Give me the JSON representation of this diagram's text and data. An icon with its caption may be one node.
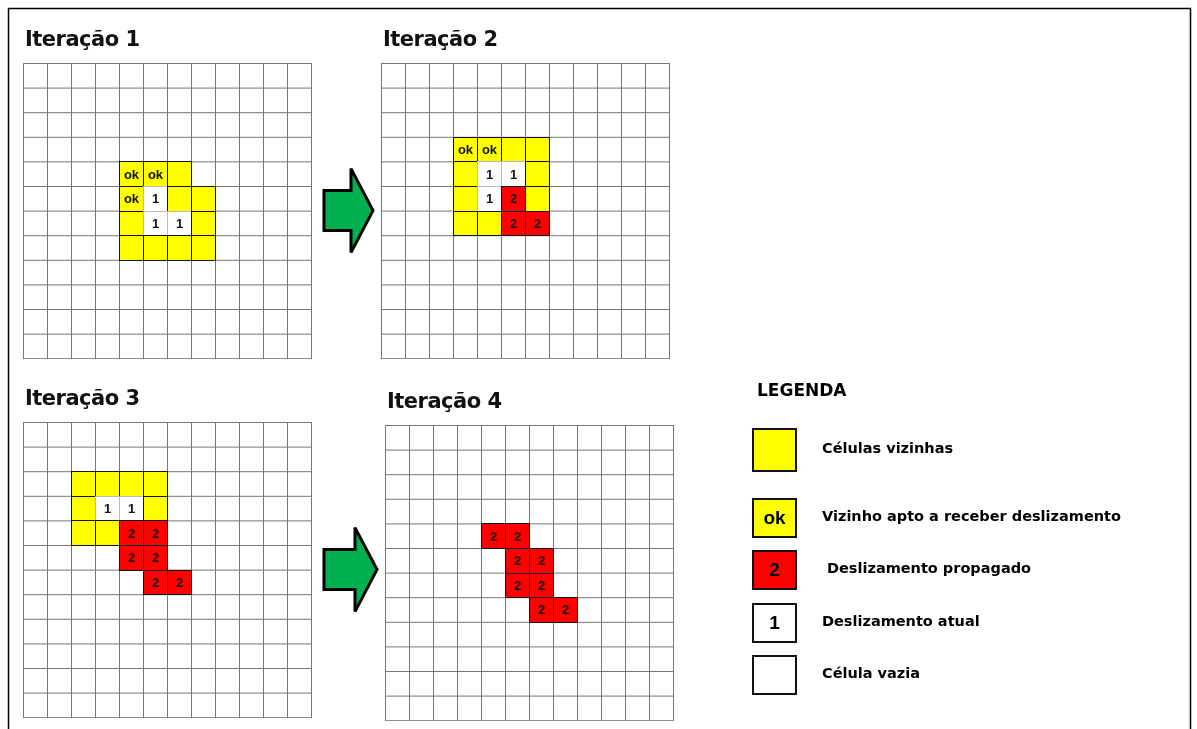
{
  "diagram": {
    "nodes": [
      {
        "text": [
          "Iteração 1"
        ]
      },
      {
        "text": [
          "ok"
        ],
        "in": 0
      },
      {
        "text": [
          "ok"
        ],
        "in": 0
      },
      {
        "text": [],
        "shape": "box",
        "in": 0
      },
      {
        "text": [
          "ok"
        ],
        "in": 0
      },
      {
        "text": [
          "1"
        ],
        "in": 0
      },
      {
        "text": [],
        "shape": "box",
        "in": 0
      },
      {
        "text": [],
        "shape": "box",
        "in": 0
      },
      {
        "text": [],
        "shape": "box",
        "in": 0
      },
      {
        "text": [
          "1"
        ],
        "in": 0
      },
      {
        "text": [
          "1"
        ],
        "in": 0
      },
      {
        "text": [],
        "shape": "box",
        "in": 0
      },
      {
        "text": [],
        "shape": "box",
        "in": 0
      },
      {
        "text": [],
        "shape": "box",
        "in": 0
      },
      {
        "text": [],
        "shape": "box",
        "in": 0
      },
      {
        "text": [],
        "shape": "box",
        "in": 0
      },
      {
        "text": [
          "Iteração 2"
        ]
      },
      {
        "text": [
          "ok"
        ],
        "in": 16
      },
      {
        "text": [
          "ok"
        ],
        "in": 16
      },
      {
        "text": [],
        "shape": "box",
        "in": 16
      },
      {
        "text": [],
        "shape": "box",
        "in": 16
      },
      {
        "text": [],
        "shape": "box",
        "in": 16
      },
      {
        "text": [
          "1"
        ],
        "in": 16
      },
      {
        "text": [
          "1"
        ],
        "in": 16
      },
      {
        "text": [],
        "shape": "box",
        "in": 16
      },
      {
        "text": [],
        "shape": "box",
        "in": 16
      },
      {
        "text": [
          "1"
        ],
        "in": 16
      },
      {
        "text": [
          "2"
        ],
        "in": 16
      },
      {
        "text": [],
        "shape": "box",
        "in": 16
      },
      {
        "text": [],
        "shape": "box",
        "in": 16
      },
      {
        "text": [],
        "shape": "box",
        "in": 16
      },
      {
        "text": [
          "2"
        ],
        "in": 16
      },
      {
        "text": [
          "2"
        ],
        "in": 16
      },
      {
        "text": [
          "Iteração 3"
        ]
      },
      {
        "text": [],
        "shape": "box",
        "in": 33
      },
      {
        "text": [],
        "shape": "box",
        "in": 33
      },
      {
        "text": [],
        "shape": "box",
        "in": 33
      },
      {
        "text": [],
        "shape": "box",
        "in": 33
      },
      {
        "text": [],
        "shape": "box",
        "in": 33
      },
      {
        "text": [
          "1"
        ],
        "in": 33
      },
      {
        "text": [
          "1"
        ],
        "in": 33
      },
      {
        "text": [],
        "shape": "box",
        "in": 33
      },
      {
        "text": [],
        "shape": "box",
        "in": 33
      },
      {
        "text": [],
        "shape": "box",
        "in": 33
      },
      {
        "text": [
          "2"
        ],
        "in": 33
      },
      {
        "text": [
          "2"
        ],
        "in": 33
      },
      {
        "text": [
          "2"
        ],
        "in": 33
      },
      {
        "text": [
          "2"
        ],
        "in": 33
      },
      {
        "text": [
          "2"
        ],
        "in": 33
      },
      {
        "text": [
          "2"
        ],
        "in": 33
      },
      {
        "text": [
          "Iteração 4"
        ]
      },
      {
        "text": [
          "2"
        ],
        "in": 50
      },
      {
        "text": [
          "2"
        ],
        "in": 50
      },
      {
        "text": [
          "2"
        ],
        "in": 50
      },
      {
        "text": [
          "2"
        ],
        "in": 50
      },
      {
        "text": [
          "2"
        ],
        "in": 50
      },
      {
        "text": [
          "2"
        ],
        "in": 50
      },
      {
        "text": [
          "2"
        ],
        "in": 50
      },
      {
        "text": [
          "2"
        ],
        "in": 50
      }
    ],
    "edges": [
      {
        "from": 0,
        "to": 16,
        "arrow": "to",
        "style": "thick"
      },
      {
        "from": 33,
        "to": 50,
        "arrow": "to",
        "style": "thick"
      }
    ],
    "labels": [
      "LEGENDA",
      "ok",
      "2",
      "1"
    ],
    "legend": [
      {
        "text": "Células vizinhas",
        "color": "#ffff00"
      },
      {
        "text": "Vizinho apto a receber deslizamento",
        "color": "#ffff00"
      },
      {
        "text": "Deslizamento propagado",
        "color": "#ff0000"
      },
      {
        "text": "Deslizamento atual",
        "color": "#ffffff"
      },
      {
        "text": "Célula vazia",
        "color": "#ffffff"
      }
    ]
  }
}
